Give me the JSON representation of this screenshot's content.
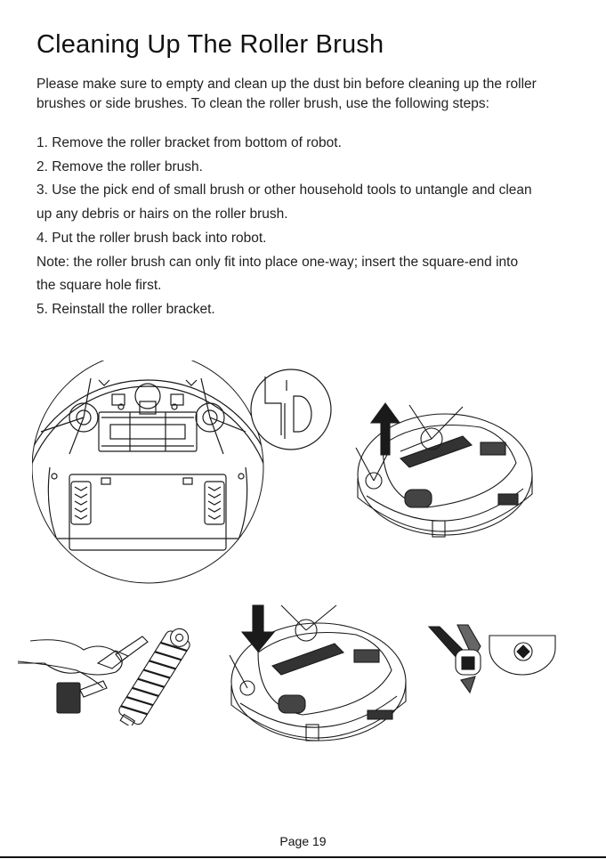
{
  "title": "Cleaning Up The Roller Brush",
  "intro": "Please make sure to empty and clean up the dust bin before cleaning up the roller brushes or side brushes. To clean the roller brush, use the following steps:",
  "steps": [
    "1. Remove the roller bracket from bottom of robot.",
    "2. Remove the roller brush.",
    "3. Use the pick end of small brush or other household tools to untangle and clean",
    "up any debris or hairs on the roller brush.",
    "4. Put the roller brush back into robot.",
    "Note: the roller brush can only fit into place one-way; insert the square-end into",
    "the square hole first.",
    "5. Reinstall the roller bracket."
  ],
  "footer": "Page 19",
  "colors": {
    "ink": "#1a1a1a",
    "rule": "#111111",
    "arrow": "#1a1a1a"
  }
}
